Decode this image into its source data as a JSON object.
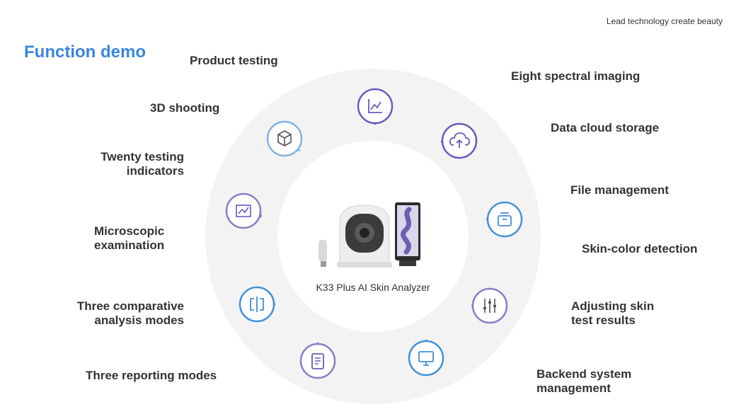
{
  "header": {
    "tagline": "Lead technology create beauty",
    "title": "Function demo"
  },
  "center": {
    "caption": "K33 Plus AI Skin Analyzer"
  },
  "colors": {
    "accent_blue": "#3a86e0",
    "purple": "#7a6cc4",
    "light_blue": "#79b0e8"
  },
  "features": [
    {
      "id": "product-testing",
      "lines": [
        "Product testing"
      ],
      "icon": "chart-icon"
    },
    {
      "id": "eight-spectral-imaging",
      "lines": [
        "Eight spectral imaging"
      ],
      "icon": "cloud-upload-icon"
    },
    {
      "id": "data-cloud-storage",
      "lines": [
        "Data cloud storage"
      ]
    },
    {
      "id": "file-management",
      "lines": [
        "File management"
      ],
      "icon": "folder-box-icon"
    },
    {
      "id": "skin-color-detection",
      "lines": [
        "Skin-color detection"
      ]
    },
    {
      "id": "adjusting-skin-test-results",
      "lines": [
        "Adjusting skin",
        "test results"
      ],
      "icon": "sliders-icon"
    },
    {
      "id": "backend-system-management",
      "lines": [
        "Backend system",
        "management"
      ],
      "icon": "monitor-icon"
    },
    {
      "id": "three-reporting-modes",
      "lines": [
        "Three reporting modes"
      ],
      "icon": "clipboard-icon"
    },
    {
      "id": "three-comparative-analysis-modes",
      "lines": [
        "Three comparative",
        "analysis modes"
      ],
      "icon": "compare-icon"
    },
    {
      "id": "microscopic-examination",
      "lines": [
        "Microscopic",
        "examination"
      ]
    },
    {
      "id": "twenty-testing-indicators",
      "lines": [
        "Twenty testing",
        "indicators"
      ],
      "icon": "line-graph-icon"
    },
    {
      "id": "3d-shooting",
      "lines": [
        "3D shooting"
      ],
      "icon": "cube-icon"
    }
  ]
}
